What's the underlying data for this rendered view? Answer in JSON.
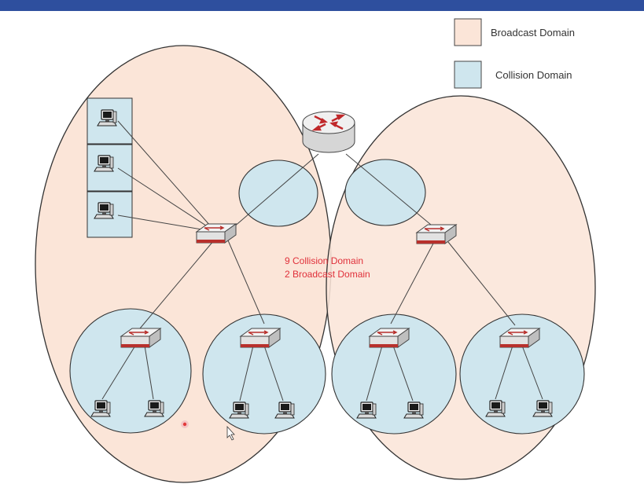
{
  "legend": {
    "broadcast": {
      "label": "Broadcast Domain",
      "color": "#fbe5d8"
    },
    "collision": {
      "label": "Collision Domain",
      "color": "#cfe6ee"
    }
  },
  "summary": {
    "line1": "9 Collision Domain",
    "line2": "2 Broadcast Domain",
    "color": "#e0303a"
  },
  "colors": {
    "top_bar": "#2e4f9e",
    "outline": "#333333",
    "link": "#444444",
    "switch_body": "#e4e4e4",
    "switch_accent": "#b8302c",
    "router_body": "#e8e8e8",
    "router_arrows": "#c0282a"
  },
  "icons": {
    "router": "router-icon",
    "switch": "switch-icon",
    "computer": "computer-icon",
    "cursor": "mouse-cursor-icon"
  }
}
